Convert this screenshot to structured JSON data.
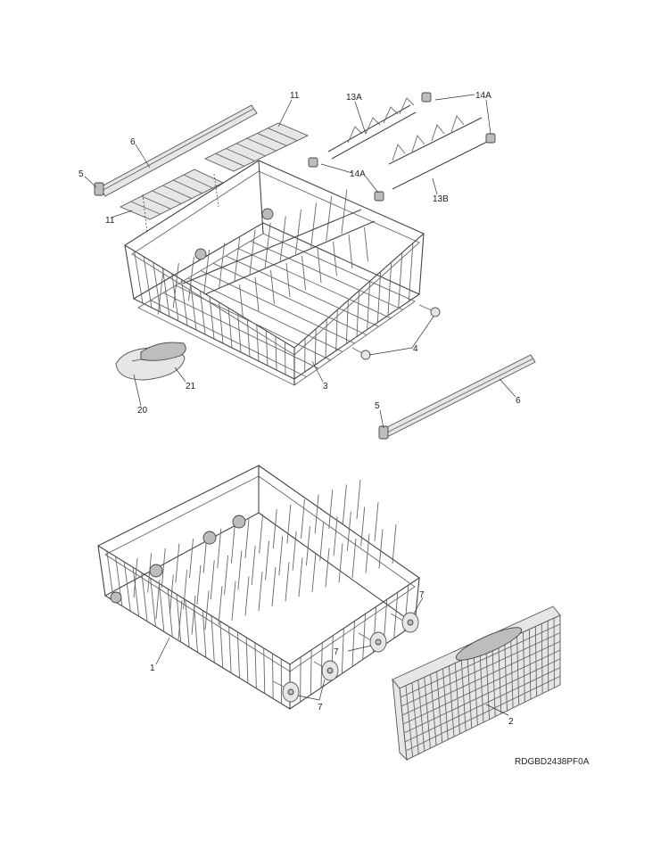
{
  "callouts": {
    "c11a": "11",
    "c11b": "11",
    "c6a": "6",
    "c5a": "5",
    "c13a": "13A",
    "c14a_top": "14A",
    "c14a_mid": "14A",
    "c13b": "13B",
    "c4": "4",
    "c3": "3",
    "c21": "21",
    "c20": "20",
    "c5b": "5",
    "c6b": "6",
    "c7a": "7",
    "c7b": "7",
    "c7c": "7",
    "c1": "1",
    "c2": "2"
  },
  "drawing_code": "RDGBD2438PF0A"
}
